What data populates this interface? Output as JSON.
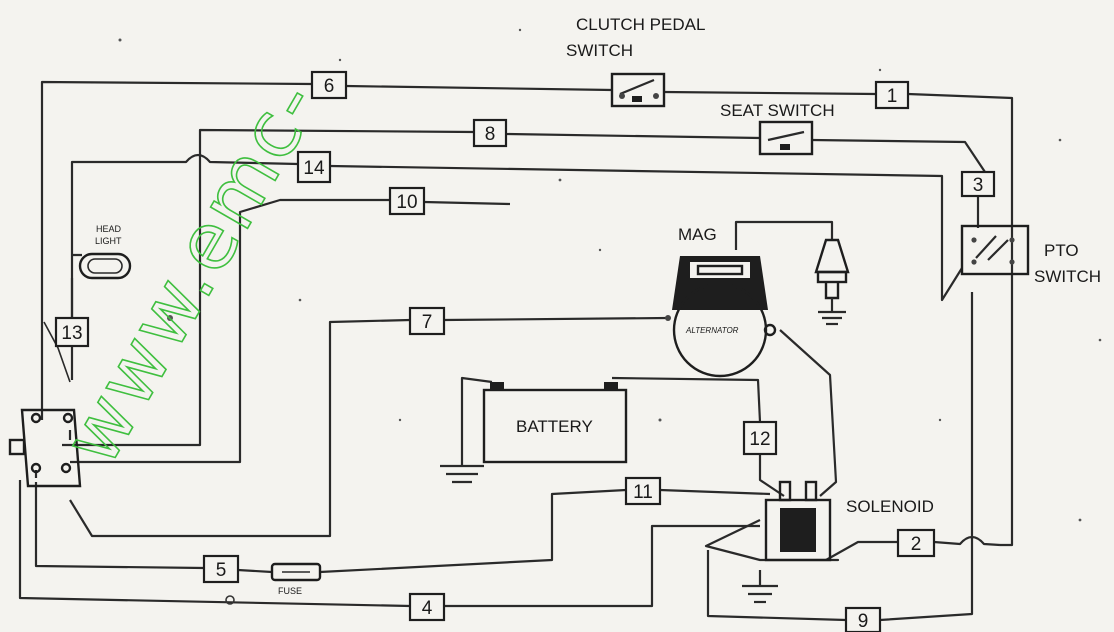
{
  "watermark": "www.emc-",
  "labels": {
    "clutch_line1": "CLUTCH PEDAL",
    "clutch_line2": "SWITCH",
    "seat_switch": "SEAT SWITCH",
    "mag": "MAG",
    "pto_line1": "PTO",
    "pto_line2": "SWITCH",
    "head_line1": "HEAD",
    "head_line2": "LIGHT",
    "alternator": "ALTERNATOR",
    "battery": "BATTERY",
    "solenoid": "SOLENOID",
    "fuse": "FUSE"
  },
  "wires": {
    "w1": "1",
    "w2": "2",
    "w3": "3",
    "w4": "4",
    "w5": "5",
    "w6": "6",
    "w7": "7",
    "w8": "8",
    "w9": "9",
    "w10": "10",
    "w11": "11",
    "w12": "12",
    "w13": "13",
    "w14": "14"
  },
  "colors": {
    "ink": "#1e1e1e",
    "paper": "#f4f3ef",
    "watermark": "#3fbf3f"
  }
}
